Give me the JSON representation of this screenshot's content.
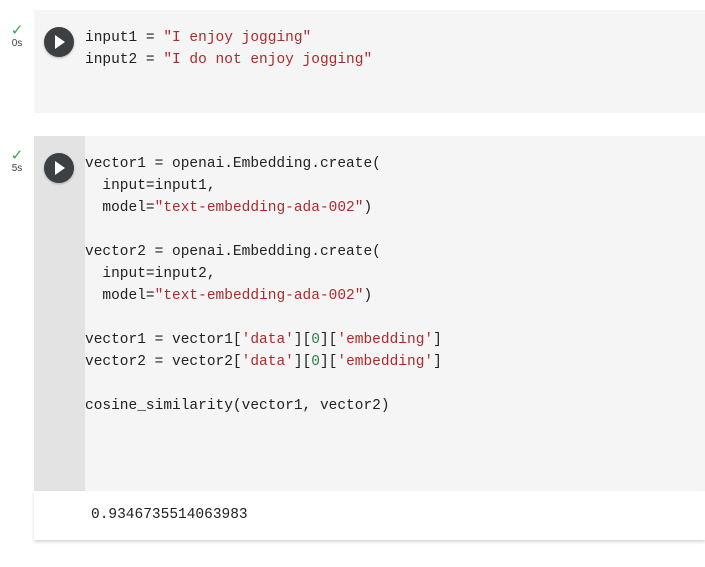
{
  "notebook": {
    "cells": [
      {
        "id": "cell-1",
        "status": {
          "icon": "check-icon",
          "glyph": "✓",
          "time": "0s",
          "color": "#34a853"
        },
        "run_button": {
          "icon": "play-icon"
        },
        "gutter_shaded": false,
        "lines": [
          [
            {
              "t": "input1 = ",
              "c": "plain"
            },
            {
              "t": "\"I enjoy jogging\"",
              "c": "str"
            }
          ],
          [
            {
              "t": "input2 = ",
              "c": "plain"
            },
            {
              "t": "\"I do not enjoy jogging\"",
              "c": "str"
            }
          ]
        ]
      },
      {
        "id": "cell-2",
        "status": {
          "icon": "check-icon",
          "glyph": "✓",
          "time": "5s",
          "color": "#34a853"
        },
        "run_button": {
          "icon": "play-icon"
        },
        "gutter_shaded": true,
        "lines": [
          [
            {
              "t": "vector1 = openai.Embedding.create(",
              "c": "plain"
            }
          ],
          [
            {
              "t": "  input=input1,",
              "c": "plain"
            }
          ],
          [
            {
              "t": "  model=",
              "c": "plain"
            },
            {
              "t": "\"text-embedding-ada-002\"",
              "c": "str"
            },
            {
              "t": ")",
              "c": "plain"
            }
          ],
          [
            {
              "t": " ",
              "c": "plain"
            }
          ],
          [
            {
              "t": "vector2 = openai.Embedding.create(",
              "c": "plain"
            }
          ],
          [
            {
              "t": "  input=input2,",
              "c": "plain"
            }
          ],
          [
            {
              "t": "  model=",
              "c": "plain"
            },
            {
              "t": "\"text-embedding-ada-002\"",
              "c": "str"
            },
            {
              "t": ")",
              "c": "plain"
            }
          ],
          [
            {
              "t": " ",
              "c": "plain"
            }
          ],
          [
            {
              "t": "vector1 = vector1[",
              "c": "plain"
            },
            {
              "t": "'data'",
              "c": "str"
            },
            {
              "t": "][",
              "c": "plain"
            },
            {
              "t": "0",
              "c": "num"
            },
            {
              "t": "][",
              "c": "plain"
            },
            {
              "t": "'embedding'",
              "c": "str"
            },
            {
              "t": "]",
              "c": "plain"
            }
          ],
          [
            {
              "t": "vector2 = vector2[",
              "c": "plain"
            },
            {
              "t": "'data'",
              "c": "str"
            },
            {
              "t": "][",
              "c": "plain"
            },
            {
              "t": "0",
              "c": "num"
            },
            {
              "t": "][",
              "c": "plain"
            },
            {
              "t": "'embedding'",
              "c": "str"
            },
            {
              "t": "]",
              "c": "plain"
            }
          ],
          [
            {
              "t": " ",
              "c": "plain"
            }
          ],
          [
            {
              "t": "cosine_similarity(vector1, vector2)",
              "c": "plain"
            }
          ]
        ],
        "output": {
          "text": "0.9346735514063983"
        }
      }
    ]
  },
  "colors": {
    "cell_background": "#f5f5f5",
    "gutter_shaded": "#e3e3e3",
    "output_background": "#ffffff",
    "code_text": "#202124",
    "string_literal": "#ab2b2b",
    "number_literal": "#2e7d4f",
    "run_button": "#3c4043",
    "status_check": "#34a853"
  }
}
